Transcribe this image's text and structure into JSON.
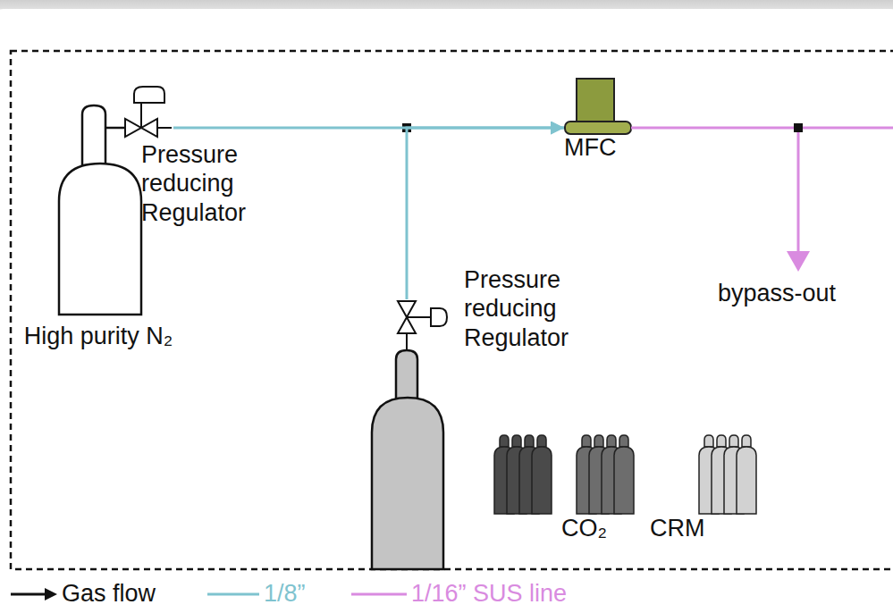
{
  "diagram": {
    "nodes": [
      {
        "text": [
          "High purity N₂"
        ]
      },
      {
        "text": [
          "Pressure reducing Regulator"
        ]
      },
      {
        "text": [
          "MFC"
        ]
      },
      {
        "text": [
          "Pressure reducing Regulator"
        ]
      }
    ],
    "edges": [
      {
        "from": 1,
        "to": 2,
        "arrow": "to"
      },
      {
        "from": 3,
        "to": 2,
        "arrow": "to"
      }
    ],
    "labels": [
      "bypass-out",
      "CO₂",
      "CRM"
    ],
    "legend": [
      {
        "text": "Gas flow"
      },
      {
        "text": "1/8”",
        "color": "#7fc3cf"
      },
      {
        "text": "1/16” SUS line",
        "color": "#d98be0"
      }
    ]
  }
}
